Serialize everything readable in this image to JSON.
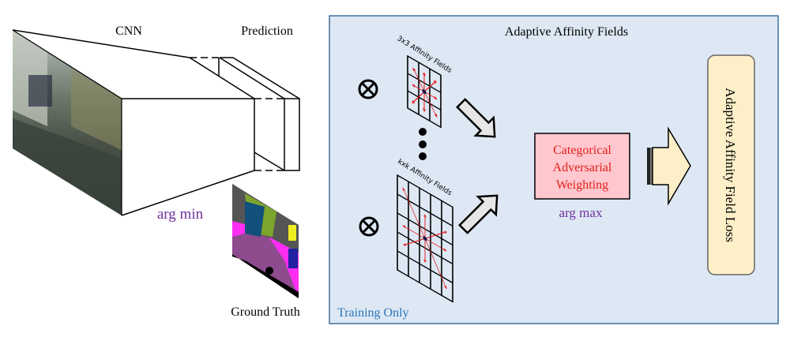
{
  "left": {
    "cnn_label": "CNN",
    "prediction_label": "Prediction",
    "argmin_label": "arg min",
    "ground_truth_label": "Ground Truth",
    "input_image": "street-scene-photo",
    "ground_truth_image": "segmentation-map"
  },
  "panel": {
    "title": "Adaptive Affinity Fields",
    "training_only_label": "Training Only",
    "small_field_label": "3x3 Affinity Fields",
    "large_field_label": "kxk Affinity Fields",
    "cat_box_lines": [
      "Categorical",
      "Adversarial",
      "Weighting"
    ],
    "argmax_label": "arg max",
    "loss_label": "Adaptive Affinity Field Loss",
    "operator_symbol": "⊗"
  },
  "colors": {
    "panel_bg": "#dde8f4",
    "panel_border": "#41719c",
    "cat_box_bg": "#ffc7ce",
    "cat_text": "#e0201b",
    "arg_text": "#7030a0",
    "training_text": "#2e75b6",
    "loss_bg": "#fdefc8",
    "arrow_red": "#e81818"
  }
}
